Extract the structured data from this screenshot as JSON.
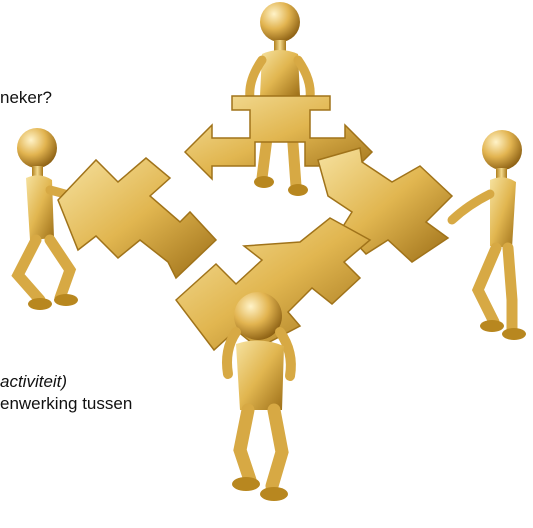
{
  "text": {
    "line1": "neker?",
    "line2": "activiteit)",
    "line3": "enwerking tussen"
  },
  "illustration": {
    "subject": "four gold figures each holding an arrow-shaped puzzle piece, arranged in a square",
    "colors": {
      "gold_light": "#f6e2a0",
      "gold_mid": "#e1b650",
      "gold_dark": "#9c6e17",
      "background": "#ffffff"
    }
  }
}
